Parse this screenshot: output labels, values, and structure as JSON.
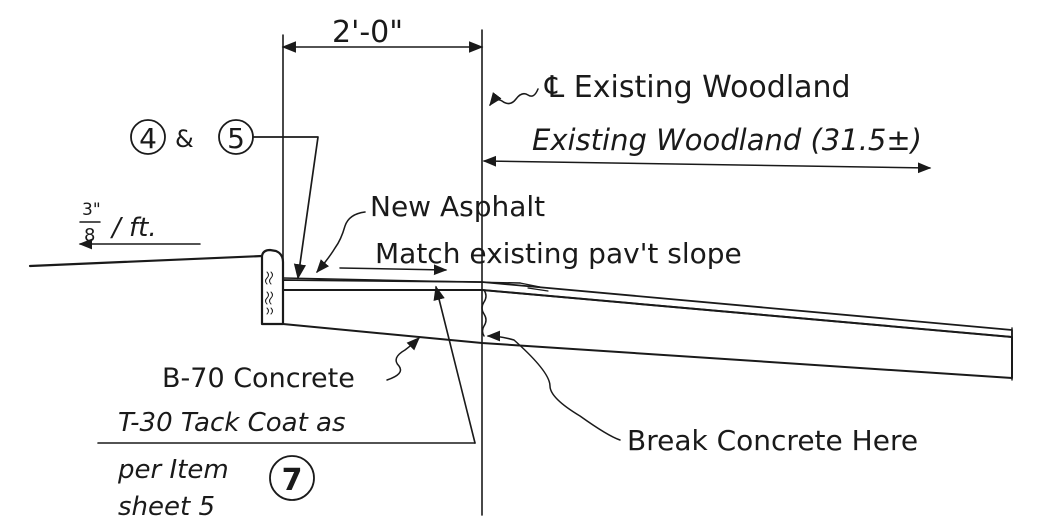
{
  "dimension": {
    "width_label": "2'-0\""
  },
  "labels": {
    "centerline": "℄ Existing Woodland",
    "existing_width": "Existing Woodland (31.5±)",
    "item_circle_a": "4",
    "item_conj": "&",
    "item_circle_b": "5",
    "slope": {
      "numerator": "3\"",
      "denominator": "8",
      "unit": "/ ft."
    },
    "new_asphalt_1": "New Asphalt",
    "new_asphalt_2": "Match existing pav't slope",
    "concrete": "B-70 Concrete",
    "tack_coat": [
      "T-30 Tack Coat as",
      "per Item",
      "sheet 5"
    ],
    "tack_item_circle": "7",
    "break": "Break Concrete Here"
  }
}
